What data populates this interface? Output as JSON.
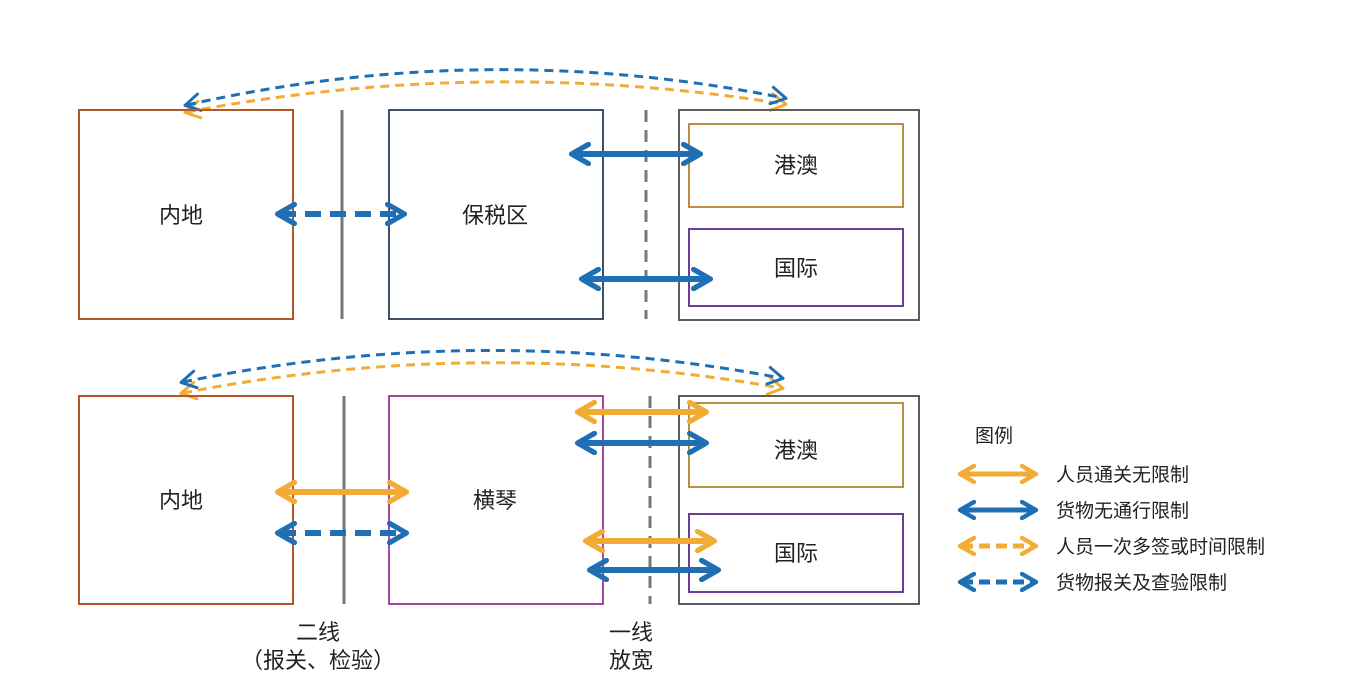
{
  "colors": {
    "orange": "#F2AC34",
    "blue": "#1E6FB4",
    "mainland_border": "#B5552A",
    "bonded_border": "#3E5068",
    "hengqin_border": "#A8479E",
    "hk_border": "#BB8E43",
    "intl_border": "#6A3E98",
    "outer_border": "#5C5C5C",
    "line": "#777777"
  },
  "top": {
    "mainland": "内地",
    "zone": "保税区",
    "hk_macao": "港澳",
    "international": "国际"
  },
  "bottom": {
    "mainland": "内地",
    "zone": "横琴",
    "hk_macao": "港澳",
    "international": "国际"
  },
  "lines": {
    "second_line_1": "二线",
    "second_line_2": "（报关、检验）",
    "first_line_1": "一线",
    "first_line_2": "放宽"
  },
  "legend": {
    "title": "图例",
    "items": [
      {
        "label": "人员通关无限制",
        "style": "solid",
        "color": "orange"
      },
      {
        "label": "货物无通行限制",
        "style": "solid",
        "color": "blue"
      },
      {
        "label": "人员一次多签或时间限制",
        "style": "dashed",
        "color": "orange"
      },
      {
        "label": "货物报关及查验限制",
        "style": "dashed",
        "color": "blue"
      }
    ]
  }
}
